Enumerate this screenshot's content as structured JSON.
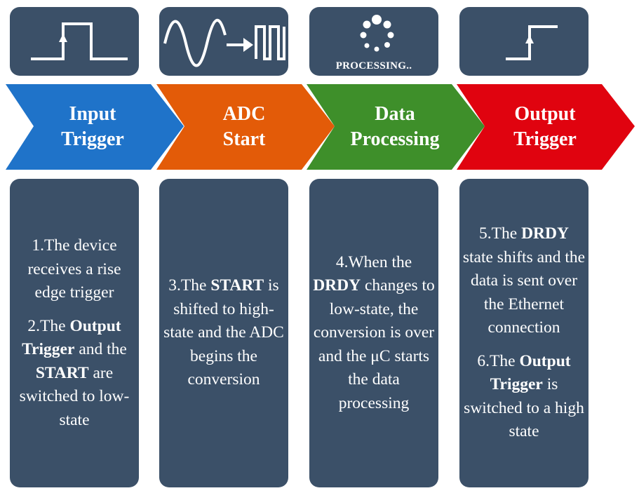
{
  "stages": [
    {
      "id": "input-trigger",
      "title": "Input\nTrigger",
      "color": "#1f73c9",
      "icon": "rising-pulse-icon",
      "paragraphs": [
        [
          {
            "t": "1.The device receives a rise edge trigger"
          }
        ],
        [
          {
            "t": "2.The "
          },
          {
            "t": "Output Trigger",
            "b": true
          },
          {
            "t": " and the "
          },
          {
            "t": "START",
            "b": true
          },
          {
            "t": " are switched to low-state"
          }
        ]
      ]
    },
    {
      "id": "adc-start",
      "title": "ADC\nStart",
      "color": "#e35b08",
      "icon": "sine-to-square-icon",
      "paragraphs": [
        [
          {
            "t": "3.The "
          },
          {
            "t": "START",
            "b": true
          },
          {
            "t": " is shifted to high-state and the ADC begins the conversion"
          }
        ]
      ]
    },
    {
      "id": "data-processing",
      "title": "Data\nProcessing",
      "color": "#3e8f2a",
      "icon": "spinner-icon",
      "icon_label": "PROCESSING..",
      "paragraphs": [
        [
          {
            "t": "4.When the "
          },
          {
            "t": "DRDY",
            "b": true
          },
          {
            "t": " changes to low-state, the conversion is over and the μC starts the data processing"
          }
        ]
      ]
    },
    {
      "id": "output-trigger",
      "title": "Output\nTrigger",
      "color": "#e0030f",
      "icon": "rising-step-icon",
      "paragraphs": [
        [
          {
            "t": "5.The "
          },
          {
            "t": "DRDY",
            "b": true
          },
          {
            "t": " state shifts and the data is sent over the Ethernet connection"
          }
        ],
        [
          {
            "t": "6.The "
          },
          {
            "t": "Output Trigger",
            "b": true
          },
          {
            "t": " is switched to a high state"
          }
        ]
      ]
    }
  ]
}
